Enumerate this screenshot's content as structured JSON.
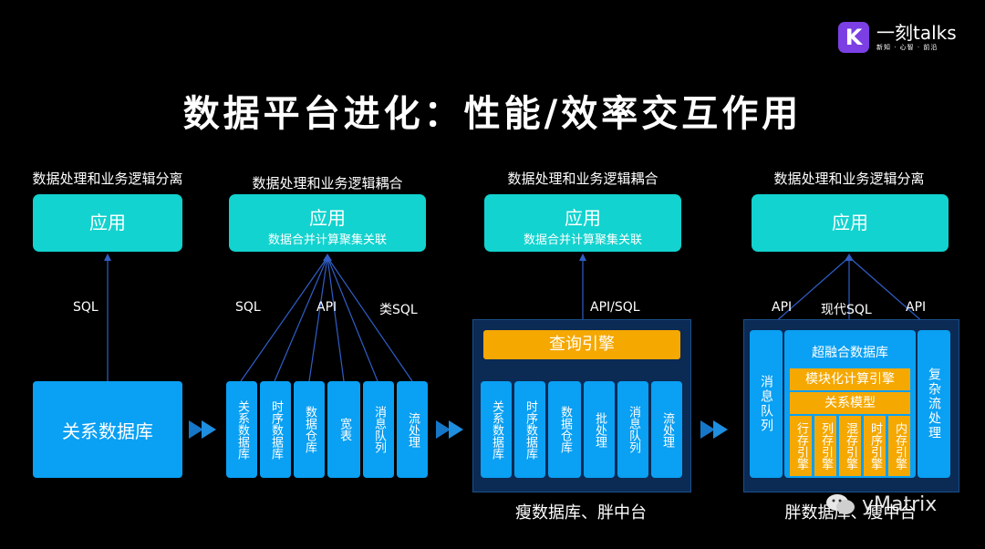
{
  "logo": {
    "mark": "K",
    "name": "一刻talks",
    "tagline": "新知 · 心智 · 前沿"
  },
  "title": "数据平台进化：性能/效率交互作用",
  "watermark": "yMatrix",
  "stage1": {
    "caption": "数据处理和业务逻辑分离",
    "app": "应用",
    "link": "SQL",
    "db": "关系数据库"
  },
  "stage2": {
    "caption": "数据处理和业务逻辑耦合",
    "app": "应用",
    "app_sub": "数据合并计算聚集关联",
    "links": [
      "SQL",
      "API",
      "类SQL"
    ],
    "stores": [
      "关系数据库",
      "时序数据库",
      "数据仓库",
      "宽表",
      "消息队列",
      "流处理"
    ]
  },
  "stage3": {
    "caption": "数据处理和业务逻辑耦合",
    "app": "应用",
    "app_sub": "数据合并计算聚集关联",
    "link": "API/SQL",
    "engine": "查询引擎",
    "stores": [
      "关系数据库",
      "时序数据库",
      "数据仓库",
      "批处理",
      "消息队列",
      "流处理"
    ],
    "bottom_caption": "瘦数据库、胖中台"
  },
  "stage4": {
    "caption": "数据处理和业务逻辑分离",
    "app": "应用",
    "links": [
      "API",
      "现代SQL",
      "API"
    ],
    "left_block": "消息队列",
    "right_block": "复杂流处理",
    "center_title": "超融合数据库",
    "module_engine": "模块化计算引擎",
    "relation_model": "关系模型",
    "engines": [
      "行存引擎",
      "列存引擎",
      "混存引擎",
      "时序引擎",
      "内存引擎"
    ],
    "bottom_caption": "胖数据库、瘦中台"
  },
  "colors": {
    "teal": "#12d3cf",
    "blue": "#0aa0f3",
    "orange": "#f5a800",
    "panel": "#0b2a54",
    "line": "#2f5ec7"
  }
}
